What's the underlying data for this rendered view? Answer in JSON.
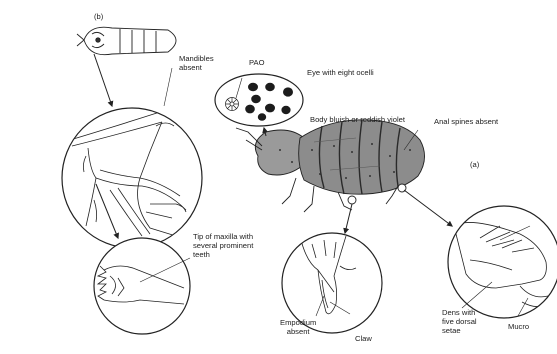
{
  "figure": {
    "panel_b": "(b)",
    "panel_a": "(a)"
  },
  "labels": {
    "mandibles": "Mandibles\nabsent",
    "pao": "PAO",
    "eye": "Eye with eight ocelli",
    "body": "Body bluish or reddish violet",
    "anal_spines": "Anal spines absent",
    "maxilla": "Tip of maxilla with\nseveral prominent\nteeth",
    "empodium": "Empodium\nabsent",
    "claw": "Claw",
    "dens": "Dens with\nfive dorsal\nsetae",
    "mucro": "Mucro"
  },
  "colors": {
    "ink": "#222222",
    "shade": "#8a8a8a",
    "dark": "#3a3a3a"
  }
}
